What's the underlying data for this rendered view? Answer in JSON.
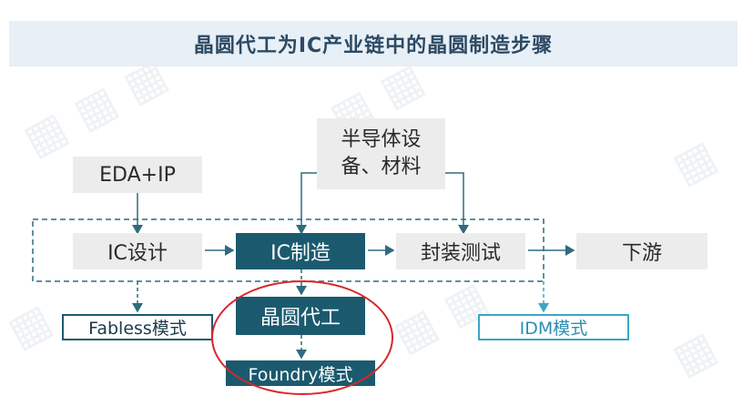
{
  "title": "晶圆代工为IC产业链中的晶圆制造步骤",
  "nodes": {
    "eda_ip": "EDA+IP",
    "equipment_line1": "半导体设",
    "equipment_line2": "备、材料",
    "ic_design": "IC设计",
    "ic_manufacturing": "IC制造",
    "packaging_testing": "封装测试",
    "downstream": "下游",
    "fabless_mode": "Fabless模式",
    "wafer_foundry": "晶圆代工",
    "foundry_mode": "Foundry模式",
    "idm_mode": "IDM模式"
  },
  "colors": {
    "accent_dark": "#1b5a6e",
    "accent_cyan": "#3aa6c7",
    "highlight_red": "#d9262b",
    "box_gray": "#ececec",
    "title_band": "#e7eff7"
  }
}
